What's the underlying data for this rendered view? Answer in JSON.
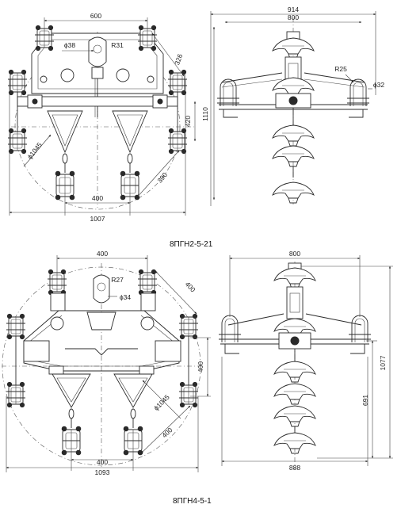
{
  "drawings": [
    {
      "caption": "8ПГН2-5-21",
      "front": {
        "d_overall": "1007",
        "d_top": "600",
        "d_bottom": "400",
        "d_hole": "ϕ38",
        "r_top": "R31",
        "d_diag1": "326",
        "d_diag2": "390",
        "d_vert": "420",
        "d_circle": "ϕ1045"
      },
      "side": {
        "d_top1": "914",
        "d_top2": "800",
        "d_height": "1110",
        "r_loop": "R25",
        "d_rod": "ϕ32"
      }
    },
    {
      "caption": "8ПГН4-5-1",
      "front": {
        "d_overall": "1093",
        "d_top": "400",
        "d_bottom": "400",
        "d_hole": "ϕ34",
        "r_top": "R27",
        "d_diag1": "400",
        "d_diag2": "400",
        "d_vert": "400",
        "d_circle": "ϕ1045"
      },
      "side": {
        "d_top": "800",
        "d_bottom": "888",
        "d_height1": "1077",
        "d_height2": "691"
      }
    }
  ]
}
